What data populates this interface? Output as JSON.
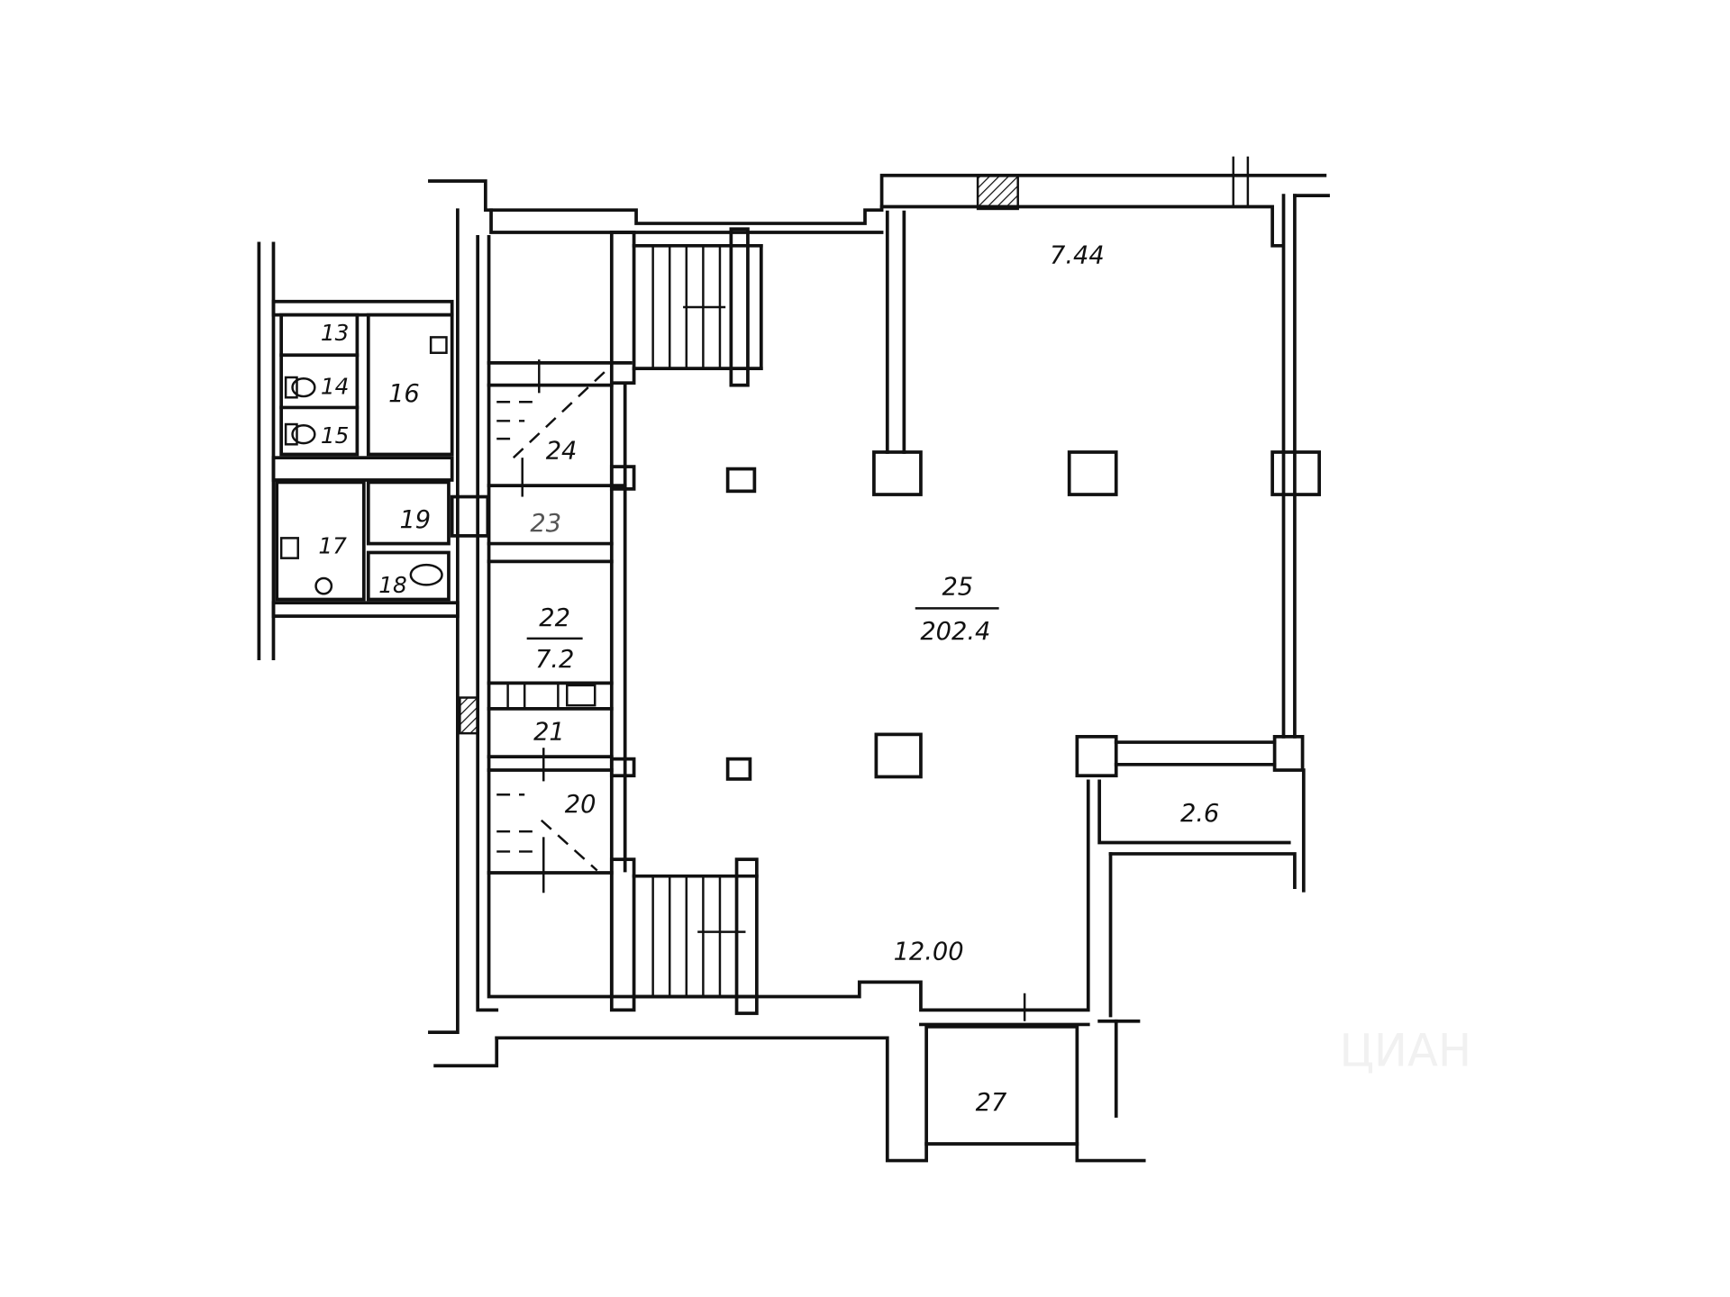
{
  "plan": {
    "rooms": [
      {
        "id": "7.44",
        "label": "7.44"
      },
      {
        "id": "25",
        "label": "25",
        "area": "202.4"
      },
      {
        "id": "24",
        "label": "24"
      },
      {
        "id": "23",
        "label": "23"
      },
      {
        "id": "22",
        "label": "22",
        "area": "7.2"
      },
      {
        "id": "21",
        "label": "21"
      },
      {
        "id": "20",
        "label": "20"
      },
      {
        "id": "2.6",
        "label": "2.6"
      },
      {
        "id": "27",
        "label": "27"
      },
      {
        "id": "13",
        "label": "13"
      },
      {
        "id": "14",
        "label": "14"
      },
      {
        "id": "15",
        "label": "15"
      },
      {
        "id": "16",
        "label": "16"
      },
      {
        "id": "17",
        "label": "17"
      },
      {
        "id": "18",
        "label": "18"
      },
      {
        "id": "19",
        "label": "19"
      }
    ],
    "dimension": "12.00",
    "watermark": "ЦИАН",
    "colors": {
      "ink": "#111111",
      "background": "#ffffff"
    }
  }
}
